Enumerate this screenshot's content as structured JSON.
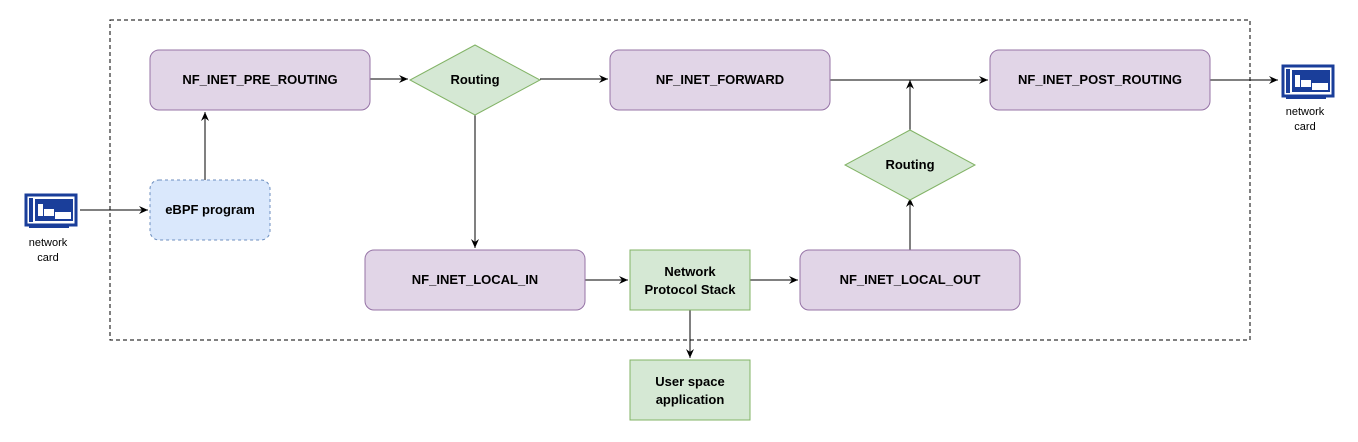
{
  "diagram": {
    "nodes": {
      "pre_routing": "NF_INET_PRE_ROUTING",
      "routing_top": "Routing",
      "forward": "NF_INET_FORWARD",
      "post_routing": "NF_INET_POST_ROUTING",
      "ebpf": "eBPF program",
      "routing_right": "Routing",
      "local_in": "NF_INET_LOCAL_IN",
      "stack_line1": "Network",
      "stack_line2": "Protocol Stack",
      "local_out": "NF_INET_LOCAL_OUT",
      "user_line1": "User space",
      "user_line2": "application"
    },
    "network_card_left": {
      "line1": "network",
      "line2": "card"
    },
    "network_card_right": {
      "line1": "network",
      "line2": "card"
    }
  },
  "colors": {
    "hook_fill": "#e1d5e7",
    "hook_stroke": "#9673a6",
    "green_fill": "#d5e8d4",
    "green_stroke": "#82b366",
    "ebpf_fill": "#dae8fc",
    "ebpf_stroke": "#6c8ebf",
    "nic_blue": "#1a3e9a"
  }
}
